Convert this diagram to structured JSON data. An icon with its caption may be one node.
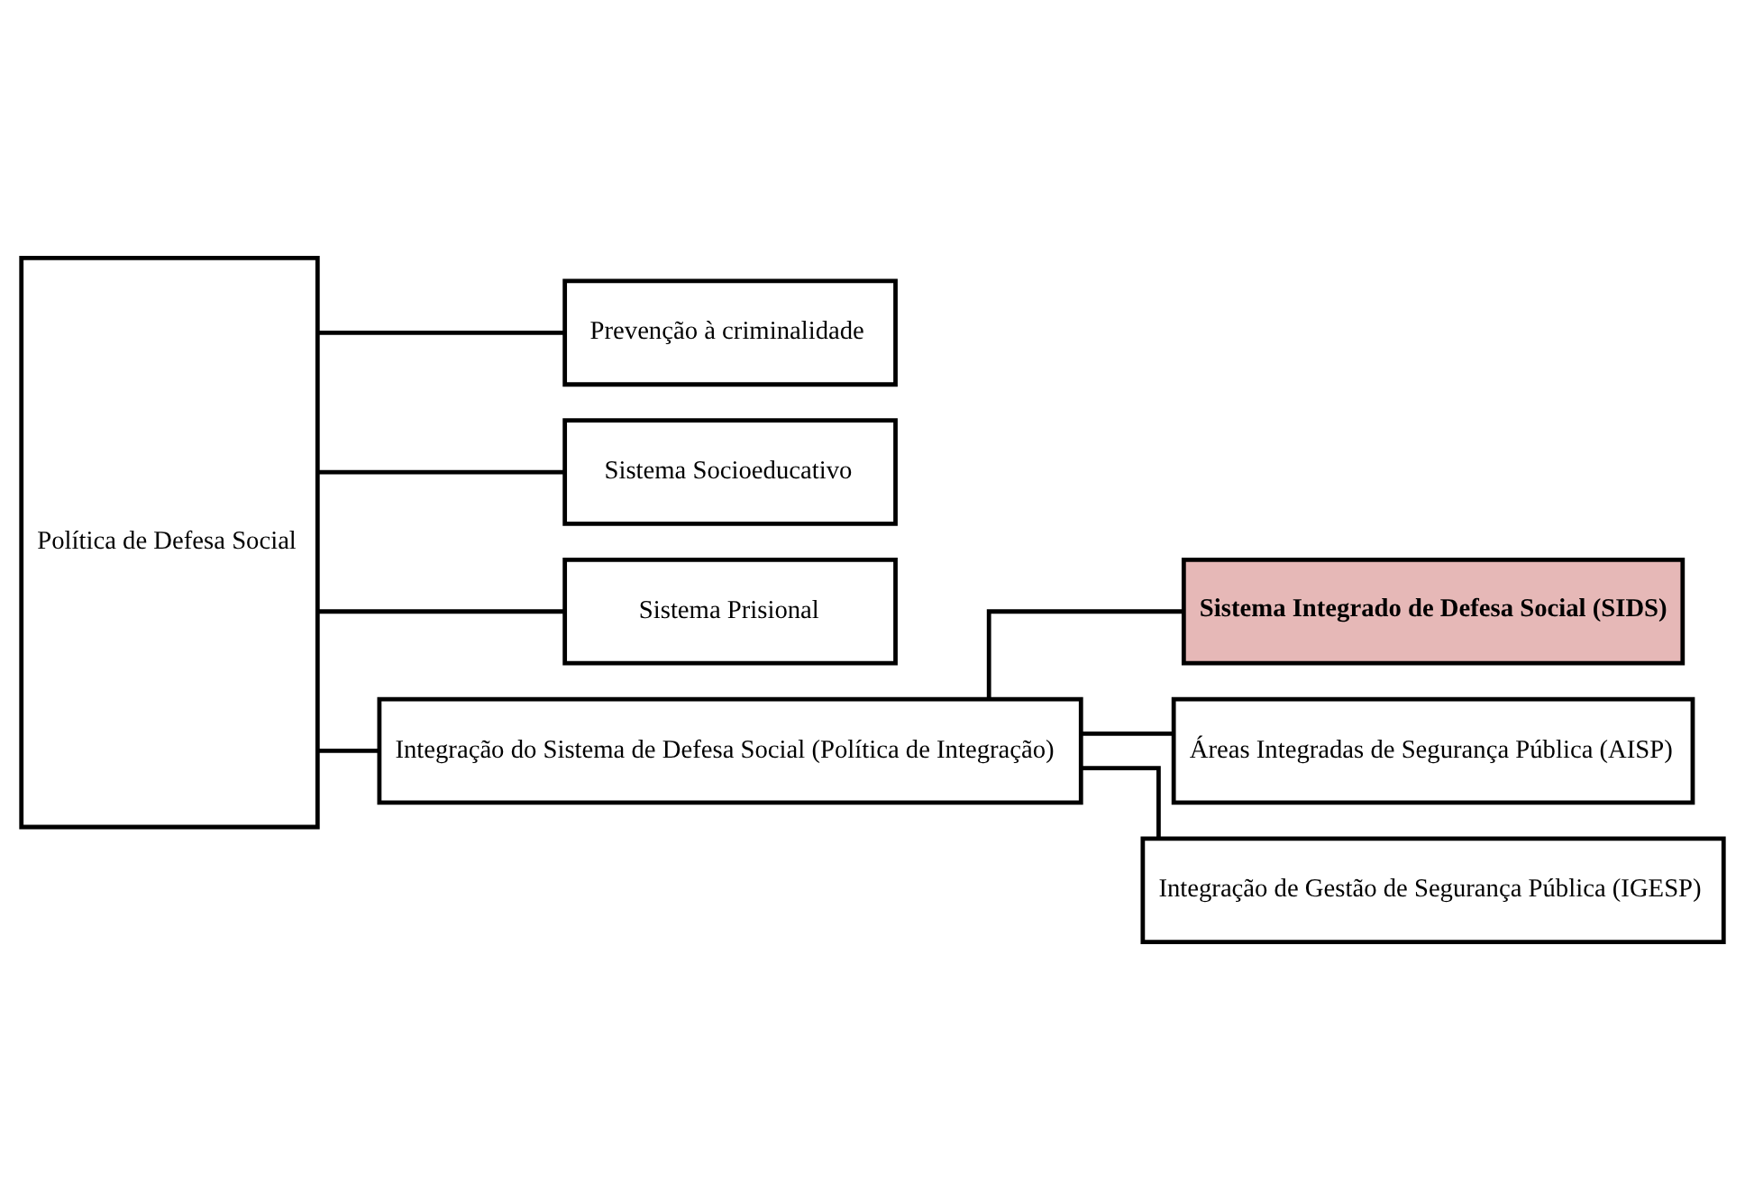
{
  "diagram": {
    "nodes": [
      {
        "text": [
          "Política de Defesa Social"
        ]
      },
      {
        "text": [
          "Prevenção à criminalidade"
        ]
      },
      {
        "text": [
          "Sistema Socioeducativo"
        ]
      },
      {
        "text": [
          "Sistema Prisional"
        ]
      },
      {
        "text": [
          "Integração do Sistema de Defesa Social (Política de Integração)"
        ]
      },
      {
        "text": [
          "Sistema Integrado de Defesa Social (SIDS)"
        ]
      },
      {
        "text": [
          "Áreas Integradas de Segurança Pública (AISP)"
        ]
      },
      {
        "text": [
          "Integração de Gestão de Segurança Pública (IGESP)"
        ]
      }
    ],
    "edges": [
      {
        "from": 0,
        "to": 1,
        "arrow": "none"
      },
      {
        "from": 0,
        "to": 2,
        "arrow": "none"
      },
      {
        "from": 0,
        "to": 3,
        "arrow": "none"
      },
      {
        "from": 0,
        "to": 4,
        "arrow": "none"
      },
      {
        "from": 4,
        "to": 5,
        "arrow": "none"
      },
      {
        "from": 4,
        "to": 6,
        "arrow": "none"
      },
      {
        "from": 4,
        "to": 7,
        "arrow": "none"
      }
    ]
  }
}
